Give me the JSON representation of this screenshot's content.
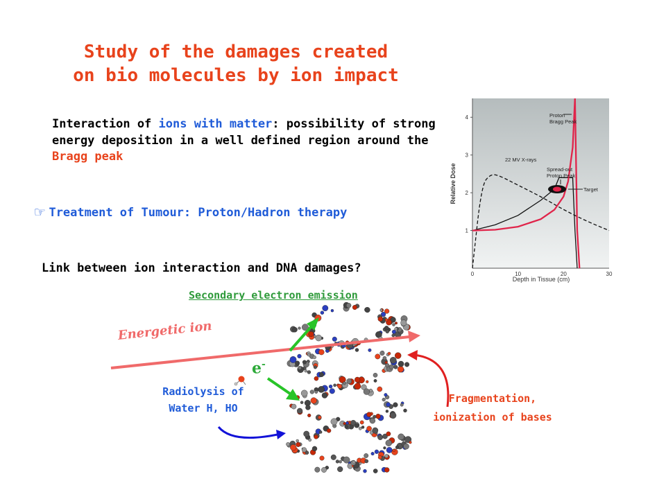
{
  "slide": {
    "title_line1": "Study of the damages created",
    "title_line2": "on bio molecules by ion impact",
    "intro": {
      "part1": "Interaction of ",
      "highlight1": "ions with matter",
      "part2": ": possibility of strong energy deposition in a well defined region around the ",
      "highlight2": "Bragg peak"
    },
    "treatment": {
      "icon": "pointing-hand-icon",
      "label": "Treatment of Tumour:",
      "value": " Proton/Hadron therapy"
    },
    "question": "Link between ion interaction and DNA damages?",
    "diagram": {
      "secondary_emission": "Secondary electron emission",
      "energetic_ion": "Energetic ion",
      "electron": "e",
      "electron_sup": "-",
      "radiolysis_line1": "Radiolysis of",
      "radiolysis_line2": "Water H, HO",
      "fragmentation_line1": "Fragmentation,",
      "fragmentation_line2": "ionization of bases"
    },
    "colors": {
      "title": "#e8431c",
      "blue": "#1f5bd8",
      "green": "#2e9a3a",
      "ion_arrow": "#f06a6a",
      "bragg_curve": "#e0244a"
    }
  },
  "chart_data": {
    "type": "line",
    "xlabel": "Depth in Tissue (cm)",
    "ylabel": "Relative Dose",
    "xticks": [
      "0",
      "10",
      "20",
      "30"
    ],
    "yticks": [
      "1",
      "2",
      "3",
      "4"
    ],
    "xlim": [
      0,
      30
    ],
    "ylim": [
      0,
      4.5
    ],
    "annotations": [
      "Proton Bragg Peak",
      "22 MV X-rays",
      "Spread-out Proton Peak",
      "Target"
    ],
    "series": [
      {
        "name": "Proton Bragg Peak",
        "x": [
          0,
          5,
          10,
          15,
          18,
          20,
          21,
          22,
          22.5,
          23,
          23.5
        ],
        "y": [
          1.0,
          1.02,
          1.1,
          1.3,
          1.55,
          1.9,
          2.3,
          3.2,
          4.5,
          1.0,
          0.0
        ]
      },
      {
        "name": "Spread-out Proton Peak",
        "x": [
          0,
          5,
          10,
          15,
          18,
          19,
          20,
          21,
          22,
          22.5,
          23
        ],
        "y": [
          1.0,
          1.15,
          1.4,
          1.8,
          2.1,
          2.4,
          2.4,
          2.4,
          2.4,
          1.0,
          0.0
        ]
      },
      {
        "name": "22 MV X-rays",
        "x": [
          0,
          2,
          4,
          6,
          10,
          15,
          20,
          25,
          30
        ],
        "y": [
          0.0,
          2.2,
          2.5,
          2.45,
          2.2,
          1.9,
          1.55,
          1.25,
          1.0
        ]
      }
    ]
  }
}
